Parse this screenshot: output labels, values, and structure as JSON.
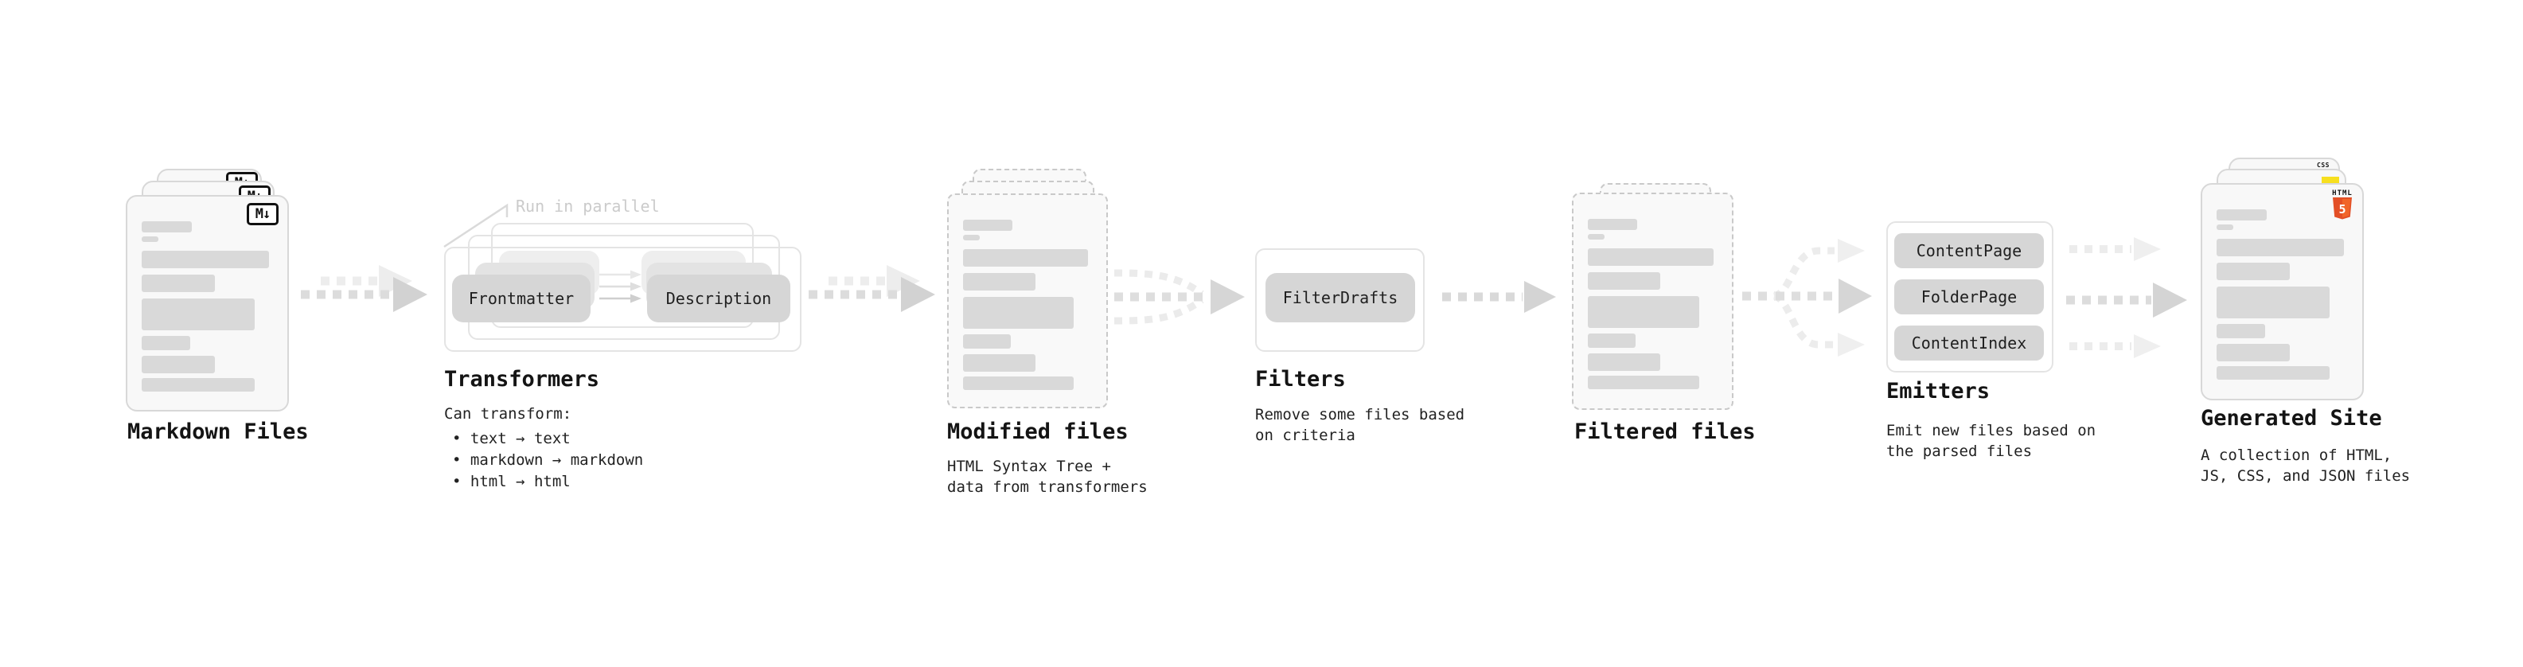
{
  "stages": {
    "markdown": {
      "title": "Markdown Files",
      "badge": "M↓"
    },
    "transformers": {
      "title": "Transformers",
      "annotation": "Run in parallel",
      "pill_left": "Frontmatter",
      "pill_right": "Description",
      "subtitle": "Can transform:",
      "bullets": [
        "• text → text",
        "• markdown → markdown",
        "• html → html"
      ]
    },
    "modified": {
      "title": "Modified files",
      "subtitle_lines": [
        "HTML Syntax Tree +",
        "data from transformers"
      ]
    },
    "filters": {
      "title": "Filters",
      "pill": "FilterDrafts",
      "subtitle_lines": [
        "Remove some files based",
        "on criteria"
      ]
    },
    "filtered": {
      "title": "Filtered files"
    },
    "emitters": {
      "title": "Emitters",
      "pills": [
        "ContentPage",
        "FolderPage",
        "ContentIndex"
      ],
      "subtitle_lines": [
        "Emit new files based on",
        "the parsed files"
      ]
    },
    "generated": {
      "title": "Generated Site",
      "subtitle_lines": [
        "A collection of HTML,",
        "JS, CSS, and JSON files"
      ],
      "css_badge": "CSS",
      "html_badge_label": "HTML",
      "html_badge_number": "5"
    }
  },
  "colors": {
    "html5_orange": "#e34f26",
    "html5_orange_light": "#f16529",
    "js_yellow": "#f7df1e",
    "css_blue": "#2965f1"
  }
}
